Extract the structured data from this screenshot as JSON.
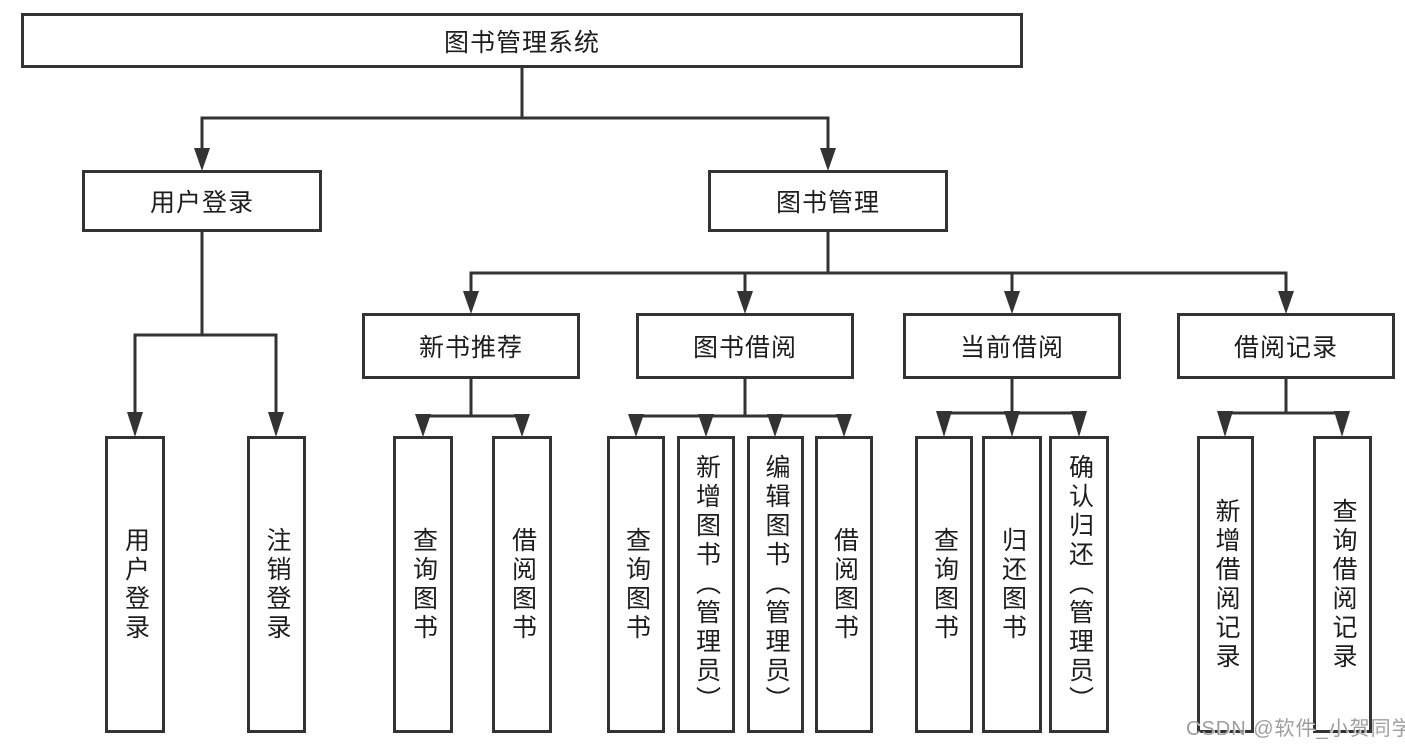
{
  "colors": {
    "line": "#333333",
    "box_border": "#333333",
    "text": "#1d1d1d",
    "background": "#ffffff",
    "watermark": "#9e9e9e"
  },
  "watermark": "CSDN @软件_小贺同学",
  "tree": {
    "root": "图书管理系统",
    "level2": [
      "用户登录",
      "图书管理"
    ],
    "level3": [
      "新书推荐",
      "图书借阅",
      "当前借阅",
      "借阅记录"
    ],
    "leaves": [
      "用户登录",
      "注销登录",
      "查询图书",
      "借阅图书",
      "查询图书",
      "新增图书（管理员）",
      "编辑图书（管理员）",
      "借阅图书",
      "查询图书",
      "归还图书",
      "确认归还（管理员）",
      "新增借阅记录",
      "查询借阅记录"
    ]
  }
}
